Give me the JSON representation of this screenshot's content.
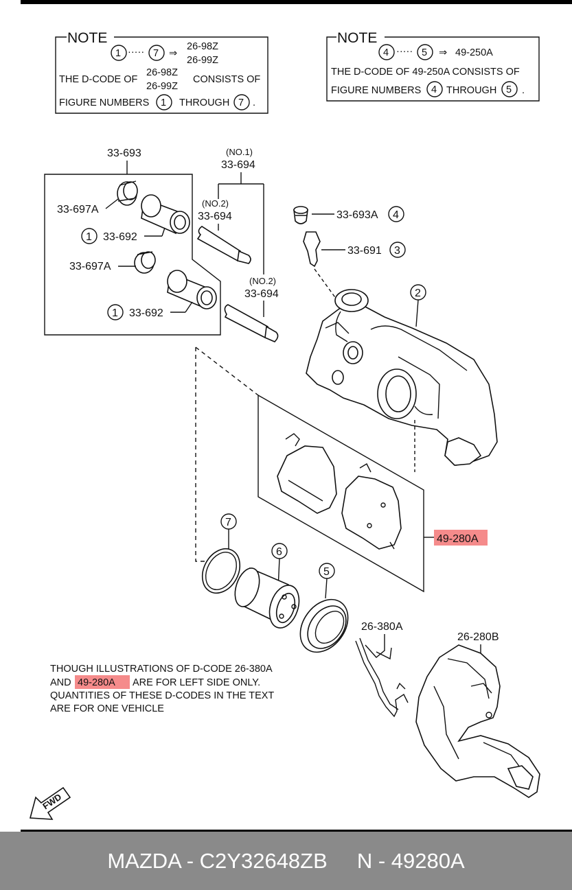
{
  "note1": {
    "title": "NOTE",
    "range_start": "1",
    "range_dots": "·····",
    "range_end": "7",
    "arrow": "⇒",
    "code_a": "26-98Z",
    "code_b": "26-99Z",
    "line2_pre": "THE D-CODE OF",
    "line2_post": "CONSISTS OF",
    "line3_pre": "FIGURE NUMBERS",
    "line3_mid": "THROUGH",
    "line3_end": "."
  },
  "note2": {
    "title": "NOTE",
    "range_start": "4",
    "range_dots": "·····",
    "range_end": "5",
    "arrow": "⇒",
    "code": "49-250A",
    "line2": "THE D-CODE OF 49-250A CONSISTS OF",
    "line3_pre": "FIGURE NUMBERS",
    "line3_mid": "THROUGH",
    "line3_end": "."
  },
  "labels": {
    "kit_top": "33-693",
    "no1": "(NO.1)",
    "pin_top": "33-694",
    "no2a": "(NO.2)",
    "pin_a": "33-694",
    "no2b": "(NO.2)",
    "pin_b": "33-694",
    "boot_a": "33-697A",
    "boot_b": "33-697A",
    "sleeve_a": "33-692",
    "sleeve_b": "33-692",
    "sleeve_a_num": "1",
    "sleeve_b_num": "1",
    "cap": "33-693A",
    "cap_num": "4",
    "bleeder": "33-691",
    "bleeder_num": "3",
    "caliper_num": "2",
    "pads": "49-280A",
    "ring_num": "7",
    "piston_num": "6",
    "seal_num": "5",
    "spring": "26-380A",
    "bracket": "26-280B"
  },
  "disclaimer": {
    "line1": "THOUGH ILLUSTRATIONS OF D-CODE 26-380A",
    "line2_pre": "AND",
    "line2_code": "49-280A",
    "line2_post": "ARE FOR LEFT SIDE ONLY.",
    "line3": "QUANTITIES OF THESE D-CODES IN THE TEXT",
    "line4": "ARE FOR ONE VEHICLE"
  },
  "fwd": "FWD",
  "footer": "MAZDA - C2Y32648ZB     N - 49280A",
  "colors": {
    "highlight": "#f58b8b",
    "footer_bg": "#8a8a8a"
  }
}
